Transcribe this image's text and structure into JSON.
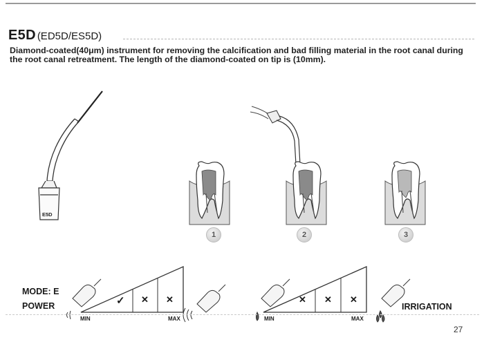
{
  "header": {
    "title": "E5D",
    "subtitle": "(ED5D/ES5D)",
    "description": "Diamond-coated(40μm) instrument for removing the calcification and bad filling material in the root canal during the root canal retreatment. The length of the diamond-coated on tip is (10mm)."
  },
  "instrument": {
    "tip_label": "E5D"
  },
  "steps": [
    "1",
    "2",
    "3"
  ],
  "power_panel": {
    "mode_label": "MODE: E",
    "power_label": "POWER",
    "min_label": "MIN",
    "max_label": "MAX",
    "cells": [
      "✓",
      "✕",
      "✕"
    ]
  },
  "irrigation_panel": {
    "min_label": "MIN",
    "max_label": "MAX",
    "cells": [
      "✕",
      "✕",
      "✕"
    ],
    "irrigation_label": "IRRIGATION"
  },
  "page_number": "27"
}
